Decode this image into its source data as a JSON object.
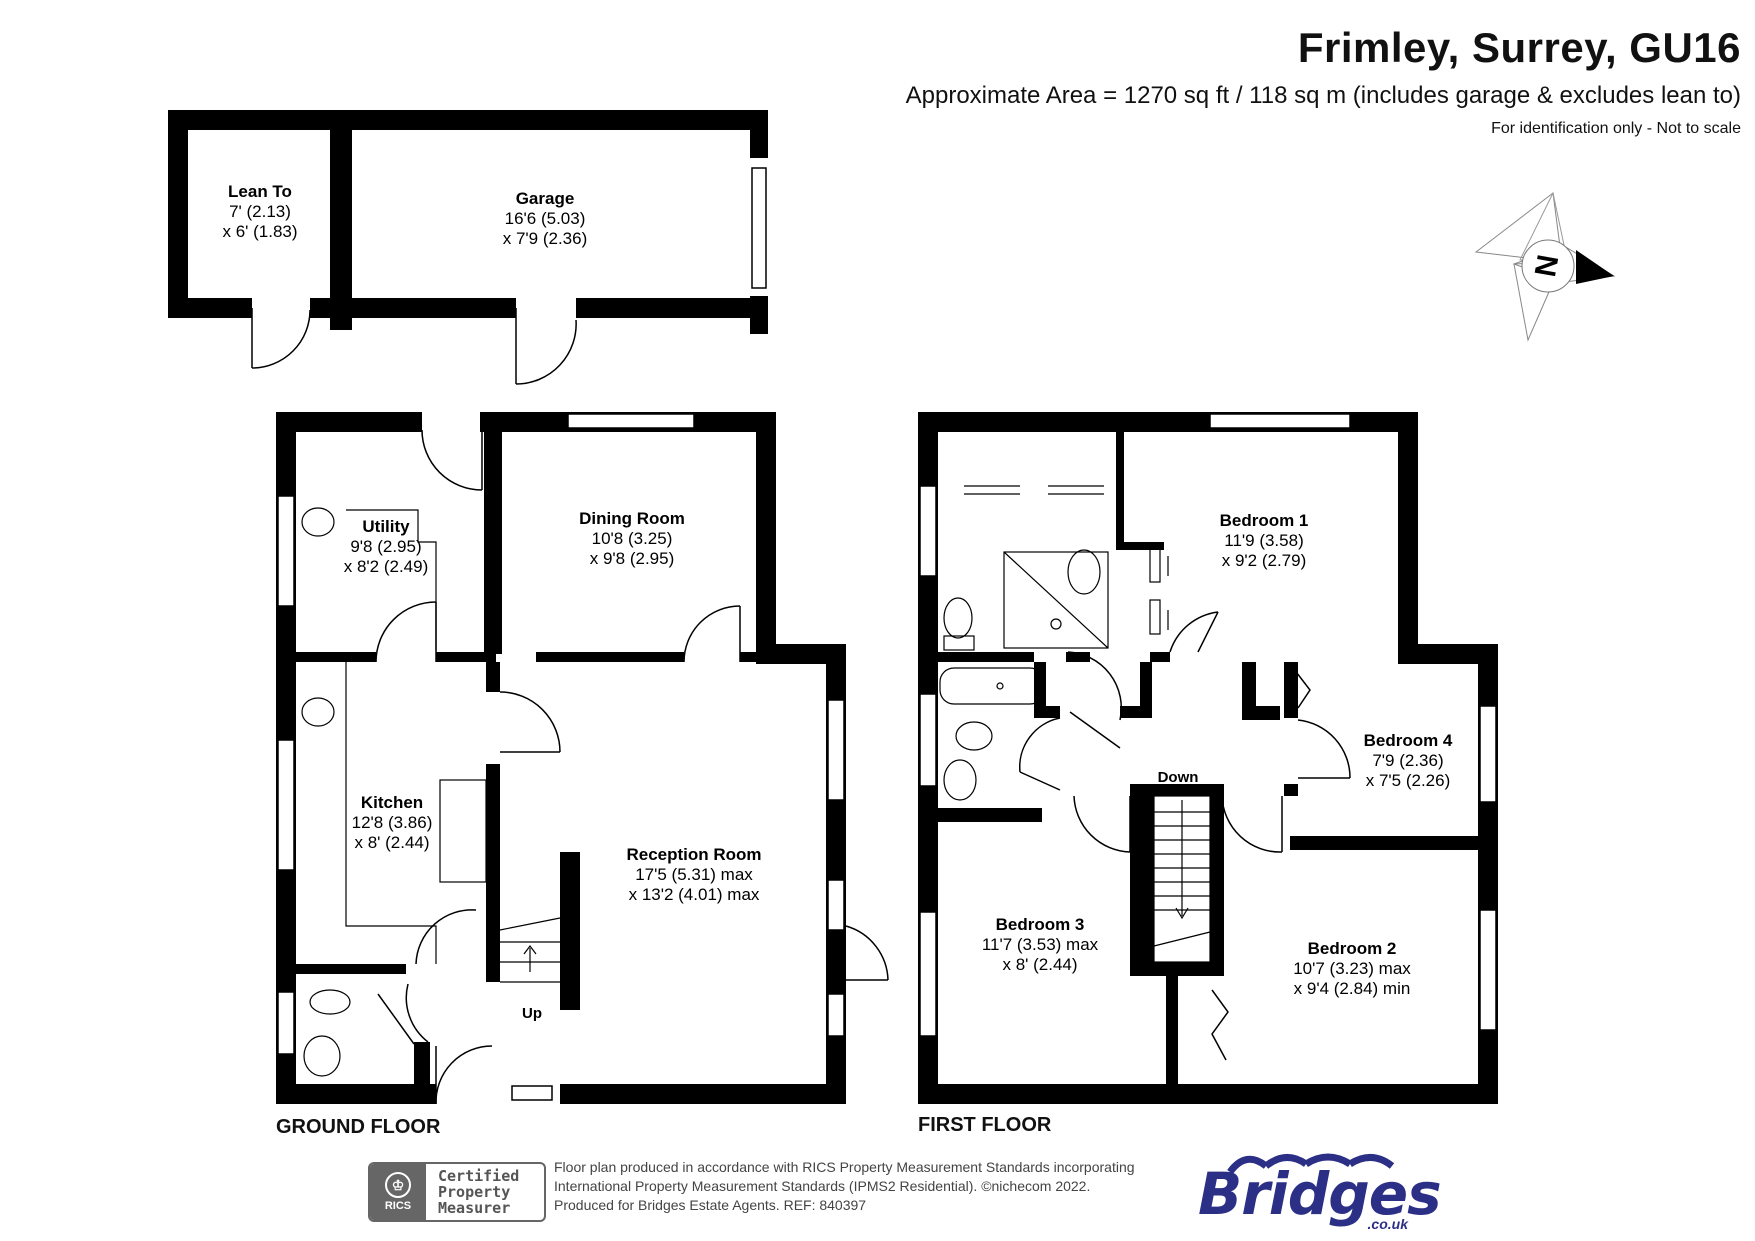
{
  "header": {
    "title": "Frimley, Surrey, GU16",
    "area": "Approximate Area = 1270 sq ft / 118 sq m (includes garage & excludes lean to)",
    "ident": "For identification only - Not to scale"
  },
  "compass": {
    "label": "N"
  },
  "floors": {
    "ground": "GROUND FLOOR",
    "first": "FIRST FLOOR"
  },
  "rooms": {
    "lean_to": {
      "name": "Lean To",
      "dim1": "7' (2.13)",
      "dim2": "x 6' (1.83)"
    },
    "garage": {
      "name": "Garage",
      "dim1": "16'6 (5.03)",
      "dim2": "x 7'9 (2.36)"
    },
    "utility": {
      "name": "Utility",
      "dim1": "9'8 (2.95)",
      "dim2": "x 8'2 (2.49)"
    },
    "dining": {
      "name": "Dining Room",
      "dim1": "10'8 (3.25)",
      "dim2": "x 9'8 (2.95)"
    },
    "kitchen": {
      "name": "Kitchen",
      "dim1": "12'8 (3.86)",
      "dim2": "x 8' (2.44)"
    },
    "reception": {
      "name": "Reception Room",
      "dim1": "17'5 (5.31) max",
      "dim2": "x 13'2 (4.01) max"
    },
    "bedroom1": {
      "name": "Bedroom 1",
      "dim1": "11'9 (3.58)",
      "dim2": "x 9'2 (2.79)"
    },
    "bedroom4": {
      "name": "Bedroom 4",
      "dim1": "7'9 (2.36)",
      "dim2": "x 7'5 (2.26)"
    },
    "bedroom3": {
      "name": "Bedroom 3",
      "dim1": "11'7 (3.53) max",
      "dim2": "x 8' (2.44)"
    },
    "bedroom2": {
      "name": "Bedroom 2",
      "dim1": "10'7 (3.23) max",
      "dim2": "x 9'4 (2.84) min"
    }
  },
  "stairs": {
    "up": "Up",
    "down": "Down"
  },
  "footer": {
    "line1": "Floor plan produced in accordance with RICS Property Measurement Standards incorporating",
    "line2": "International Property Measurement Standards (IPMS2 Residential).   ©nichecom 2022.",
    "line3": "Produced for Bridges Estate Agents.   REF:  840397",
    "rics_abbr": "RICS",
    "cert1": "Certified",
    "cert2": "Property",
    "cert3": "Measurer",
    "brand": "Bridges",
    "brand_domain": ".co.uk"
  },
  "colors": {
    "wall": "#000000",
    "brand": "#2b2f86",
    "footer_grey": "#666666"
  }
}
